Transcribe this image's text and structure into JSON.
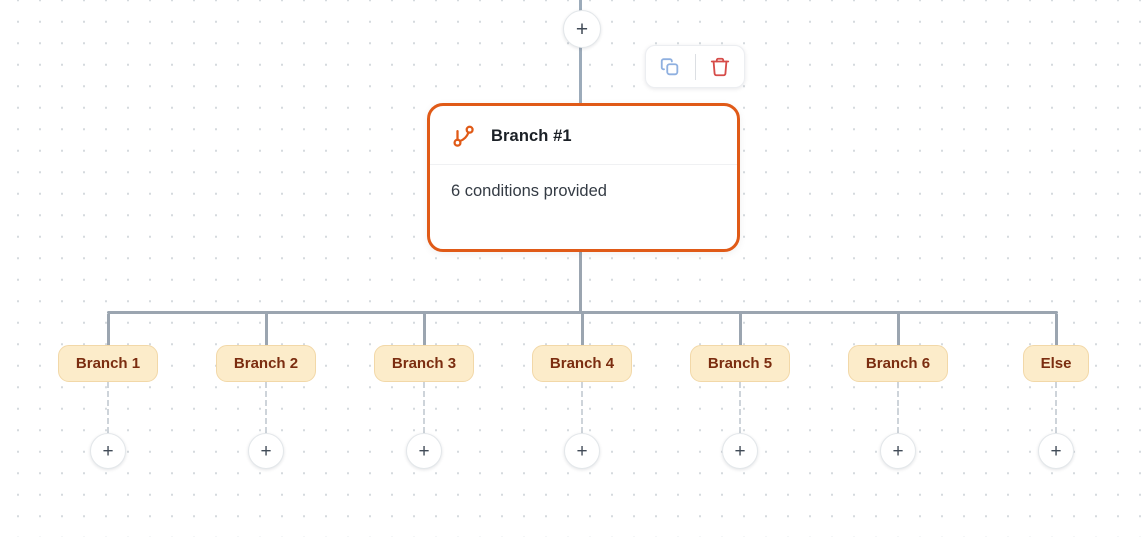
{
  "node": {
    "title": "Branch #1",
    "subtitle": "6 conditions provided",
    "accent_color": "#e05a17",
    "icon": "git-branch-icon"
  },
  "toolbar": {
    "copy_icon": "copy-icon",
    "copy_color": "#8fb0e0",
    "delete_icon": "trash-icon",
    "delete_color": "#d64c49"
  },
  "glyphs": {
    "plus": "+"
  },
  "branches": [
    {
      "label": "Branch 1"
    },
    {
      "label": "Branch 2"
    },
    {
      "label": "Branch 3"
    },
    {
      "label": "Branch 4"
    },
    {
      "label": "Branch 5"
    },
    {
      "label": "Branch 6"
    },
    {
      "label": "Else"
    }
  ],
  "colors": {
    "chip_bg": "#fcecca",
    "chip_border": "#f2d8a8",
    "chip_text": "#7b2d10",
    "connector": "#9ba5b0",
    "dashed_connector": "#ced4da"
  }
}
